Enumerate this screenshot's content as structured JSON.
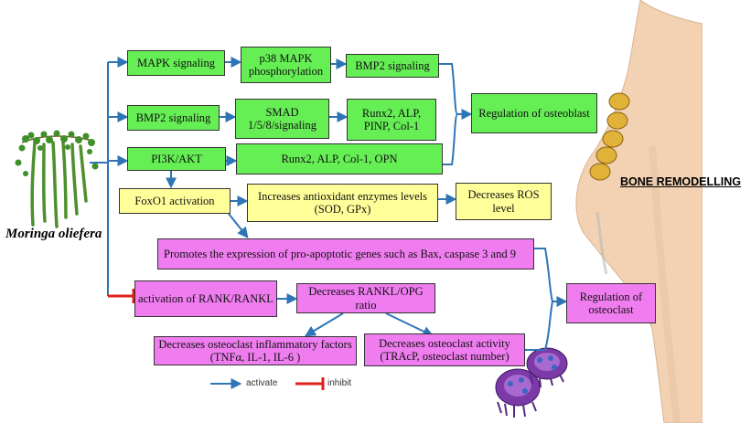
{
  "title": "BONE REMODELLING",
  "plant": {
    "name": "Moringa oliefera"
  },
  "boxes": {
    "mapk": "MAPK signaling",
    "p38": "p38 MAPK phosphorylation",
    "bmp2_top": "BMP2 signaling",
    "bmp2_mid": "BMP2 signaling",
    "smad": "SMAD 1/5/8/signaling",
    "runx_pinp": "Runx2, ALP, PINP, Col-1",
    "pi3k": "PI3K/AKT",
    "runx_opn": "Runx2, ALP, Col-1, OPN",
    "osteoblast": "Regulation of osteoblast",
    "foxo1": "FoxO1 activation",
    "antioxidant": "Increases antioxidant enzymes levels (SOD, GPx)",
    "ros": "Decreases ROS level",
    "apoptotic": "Promotes the expression of pro-apoptotic genes such as Bax, caspase 3 and 9",
    "rank": "activation of RANK/RANKL",
    "opg": "Decreases RANKL/OPG ratio",
    "osteoclast": "Regulation of osteoclast",
    "inflammatory": "Decreases osteoclast  inflammatory factors (TNFα, IL-1, IL-6 )",
    "activity": "Decreases osteoclast activity (TRAcP, osteoclast number)"
  },
  "legend": {
    "activate": "activate",
    "inhibit": "inhibit"
  },
  "colors": {
    "activate": "#2e75b6",
    "inhibit": "#e0201b",
    "pathway": "#66ee55",
    "antioxidant": "#ffff99",
    "osteoclast": "#f07df0"
  }
}
